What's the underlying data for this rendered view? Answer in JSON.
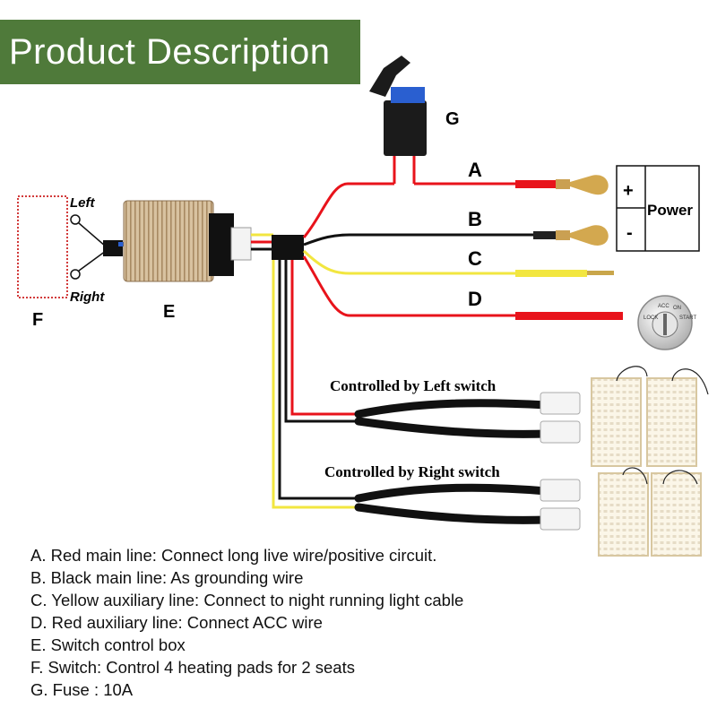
{
  "title": "Product Description",
  "labels": {
    "A": "A",
    "B": "B",
    "C": "C",
    "D": "D",
    "E": "E",
    "F": "F",
    "G": "G",
    "left": "Left",
    "right": "Right",
    "plus": "+",
    "minus": "-",
    "power": "Power",
    "left_switch_caption": "Controlled by Left switch",
    "right_switch_caption": "Controlled by Right switch",
    "key_lock": "LOCK",
    "key_acc": "ACC",
    "key_on": "ON",
    "key_start": "START"
  },
  "legend": [
    "A. Red main line: Connect long live wire/positive circuit.",
    "B. Black main line: As grounding wire",
    "C. Yellow auxiliary line: Connect to night running light cable",
    "D. Red auxiliary line: Connect ACC wire",
    "E. Switch control box",
    "F. Switch: Control 4 heating pads for 2 seats",
    "G. Fuse : 10A"
  ],
  "colors": {
    "banner": "#4f7a3a",
    "red_wire": "#e8131b",
    "black_wire": "#111111",
    "yellow_wire": "#f2e640",
    "fuse_blue": "#2a5fd0",
    "switch_outline": "#d23b3b"
  }
}
